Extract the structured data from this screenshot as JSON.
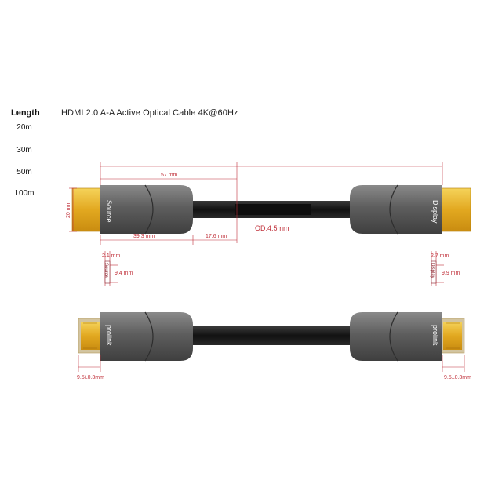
{
  "sidebar": {
    "title": "Length",
    "items": [
      {
        "label": "20m"
      },
      {
        "label": "30m"
      },
      {
        "label": "50m"
      },
      {
        "label": "100m"
      }
    ]
  },
  "header": {
    "title": "HDMI 2.0 A-A  Active Optical Cable 4K@60Hz"
  },
  "top_view": {
    "overall_length": "57 mm",
    "connector_height": "20 mm",
    "housing_length": "39.3 mm",
    "strain_relief_length": "17.6 mm",
    "outer_diameter": "OD:4.5mm",
    "left_label": "Source",
    "right_label": "Display",
    "left_dim_a": "2.1 mm",
    "left_dim_b": "9.4 mm",
    "right_dim_a": "2.7 mm",
    "right_dim_b": "9.9 mm"
  },
  "bottom_view": {
    "brand": "prolink",
    "left_tip_width": "9.5±0.3mm",
    "right_tip_width": "9.5±0.3mm"
  },
  "colors": {
    "accent": "#c0303a",
    "housing": "#6b6b6b",
    "cable": "#1c1c1c",
    "plug": "#e8b830"
  }
}
